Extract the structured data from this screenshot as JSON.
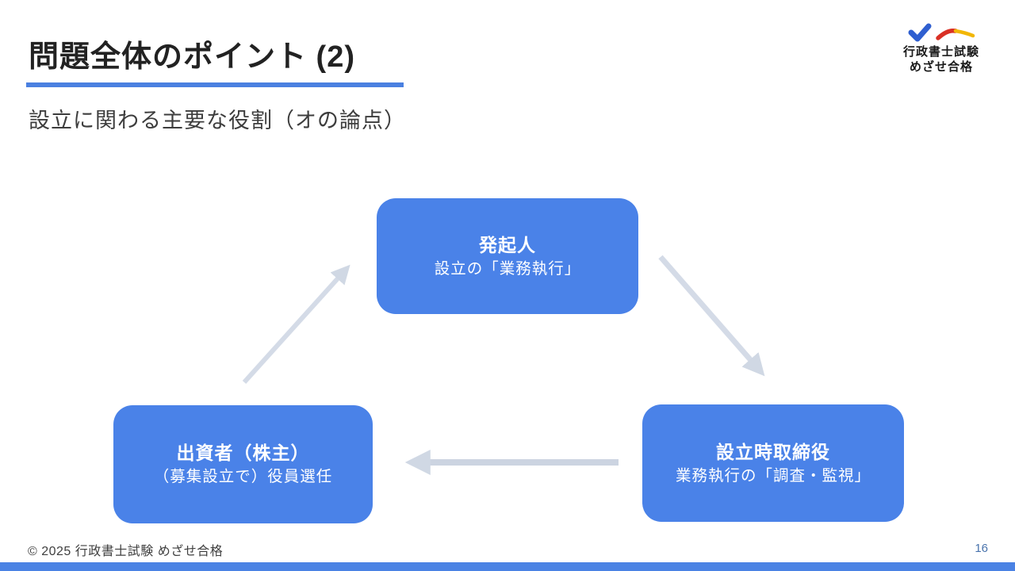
{
  "page": {
    "title": "問題全体のポイント (2)",
    "subtitle": "設立に関わる主要な役割（オの論点）",
    "copyright": "© 2025 行政書士試験 めざせ合格",
    "page_number": "16"
  },
  "logo": {
    "line1": "行政書士試験",
    "line2": "めざせ合格"
  },
  "diagram": {
    "boxes": [
      {
        "id": "promoter",
        "title": "発起人",
        "subtitle": "設立の「業務執行」"
      },
      {
        "id": "directors",
        "title": "設立時取締役",
        "subtitle": "業務執行の「調査・監視」"
      },
      {
        "id": "investors",
        "title": "出資者（株主）",
        "subtitle": "（募集設立で）役員選任"
      }
    ],
    "arrows": [
      {
        "from": "promoter",
        "to": "directors"
      },
      {
        "from": "directors",
        "to": "investors"
      },
      {
        "from": "investors",
        "to": "promoter"
      }
    ]
  },
  "colors": {
    "box_blue": "#4a82e8",
    "accent_underline": "#4a80e0",
    "arrow_gray": "#d0d8e4",
    "bottom_bar": "#4a82e4",
    "page_number_blue": "#4a74ad",
    "logo_check_blue": "#2f5fd0",
    "logo_swoosh_red": "#d93025",
    "logo_swoosh_yellow": "#f2b705"
  }
}
